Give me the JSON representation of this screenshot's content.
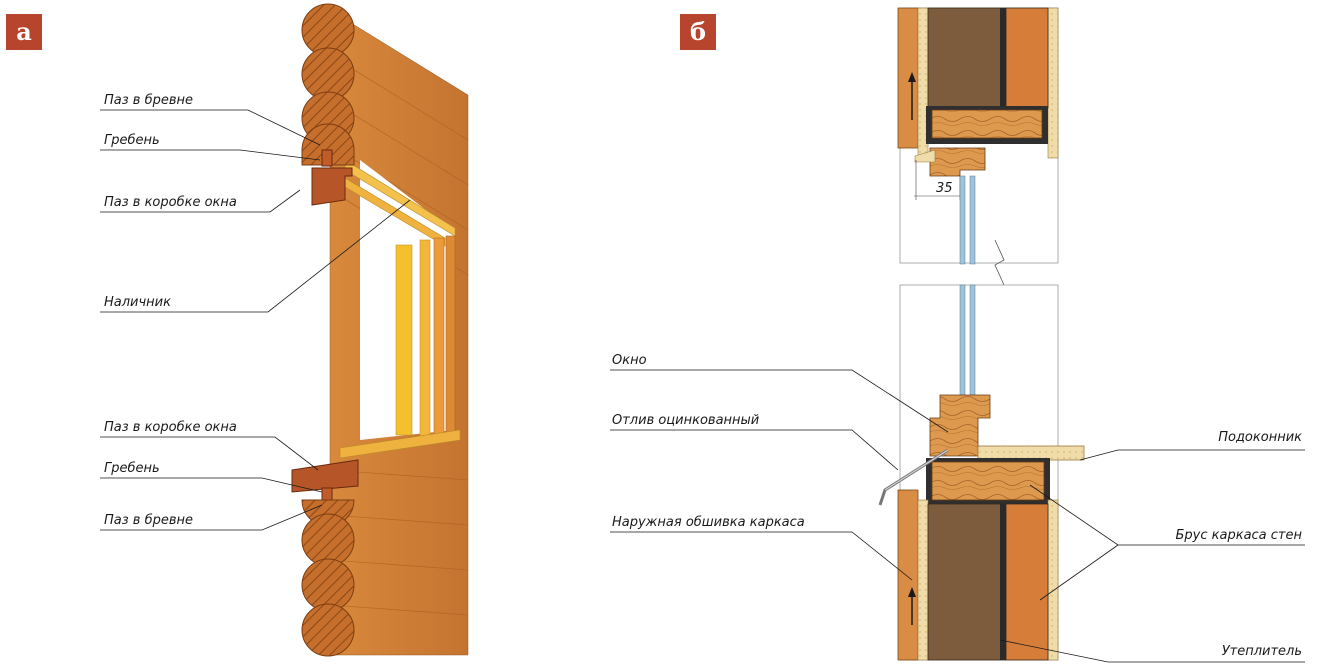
{
  "panels": {
    "a": {
      "badge": "а",
      "labels": {
        "paz_brevne_top": "Паз в бревне",
        "greben_top": "Гребень",
        "paz_korobke_top": "Паз в коробке окна",
        "nalichnik": "Наличник",
        "paz_korobke_bottom": "Паз в коробке окна",
        "greben_bottom": "Гребень",
        "paz_brevne_bottom": "Паз в бревне"
      }
    },
    "b": {
      "badge": "б",
      "dimension": "35",
      "labels": {
        "okno": "Окно",
        "otliv": "Отлив оцинкованный",
        "obshivka": "Наружная обшивка каркаса",
        "podokonnik": "Подоконник",
        "brus": "Брус каркаса стен",
        "uteplitel": "Утеплитель"
      }
    }
  },
  "colors": {
    "badge": "#b7442c",
    "log_light": "#e8a052",
    "log_mid": "#d98a3a",
    "log_dark": "#c06a24",
    "frame_wood": "#b85a2a",
    "board": "#f2c04a",
    "insulation": "#7d5c3e",
    "frame_beam": "#d77d3a",
    "plywood": "#f0dca8",
    "glass": "#9fc3da"
  }
}
